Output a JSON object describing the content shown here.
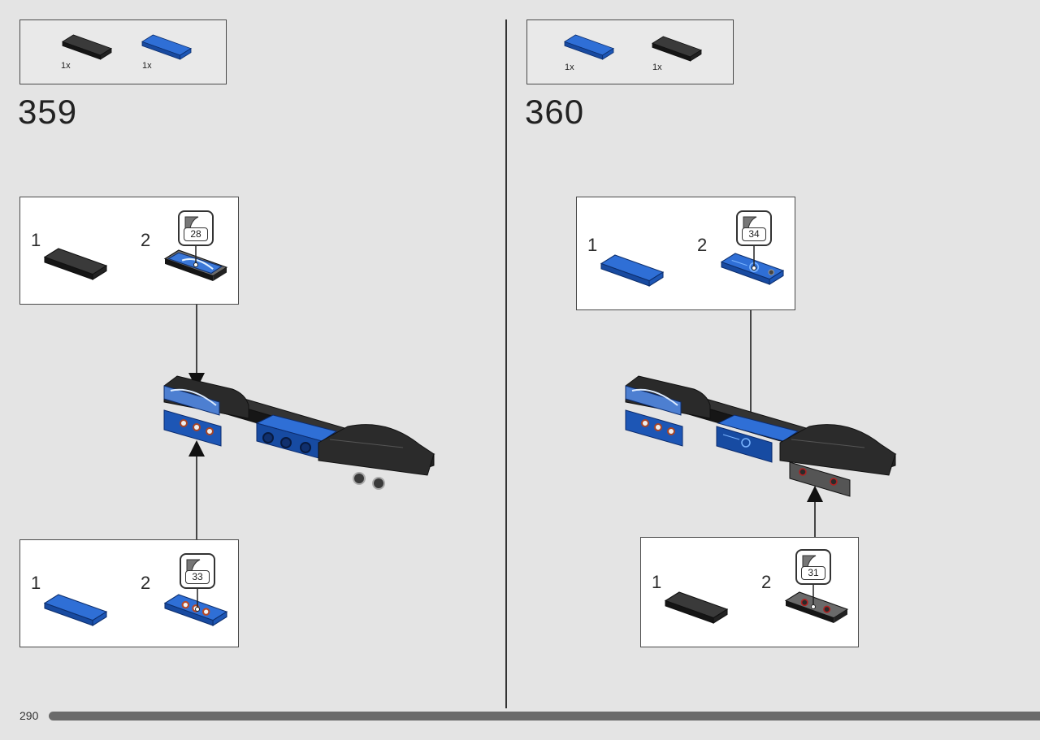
{
  "page": {
    "number": "290",
    "progress_fraction": 1.0
  },
  "steps": [
    {
      "number": "359",
      "parts": [
        {
          "qty": "1x",
          "color": "#1f1f1f",
          "name": "black-tile-icon"
        },
        {
          "qty": "1x",
          "color": "#1f5fc4",
          "name": "blue-tile-icon"
        }
      ],
      "callouts": [
        {
          "sub1": "1",
          "sub2": "2",
          "sticker": "28"
        },
        {
          "sub1": "1",
          "sub2": "2",
          "sticker": "33"
        }
      ]
    },
    {
      "number": "360",
      "parts": [
        {
          "qty": "1x",
          "color": "#1f5fc4",
          "name": "blue-tile-icon"
        },
        {
          "qty": "1x",
          "color": "#1f1f1f",
          "name": "black-tile-icon"
        }
      ],
      "callouts": [
        {
          "sub1": "1",
          "sub2": "2",
          "sticker": "34"
        },
        {
          "sub1": "1",
          "sub2": "2",
          "sticker": "31"
        }
      ]
    }
  ],
  "colors": {
    "brick_black": "#1f1f1f",
    "brick_blue": "#1f5fc4",
    "background": "#e4e4e4"
  }
}
